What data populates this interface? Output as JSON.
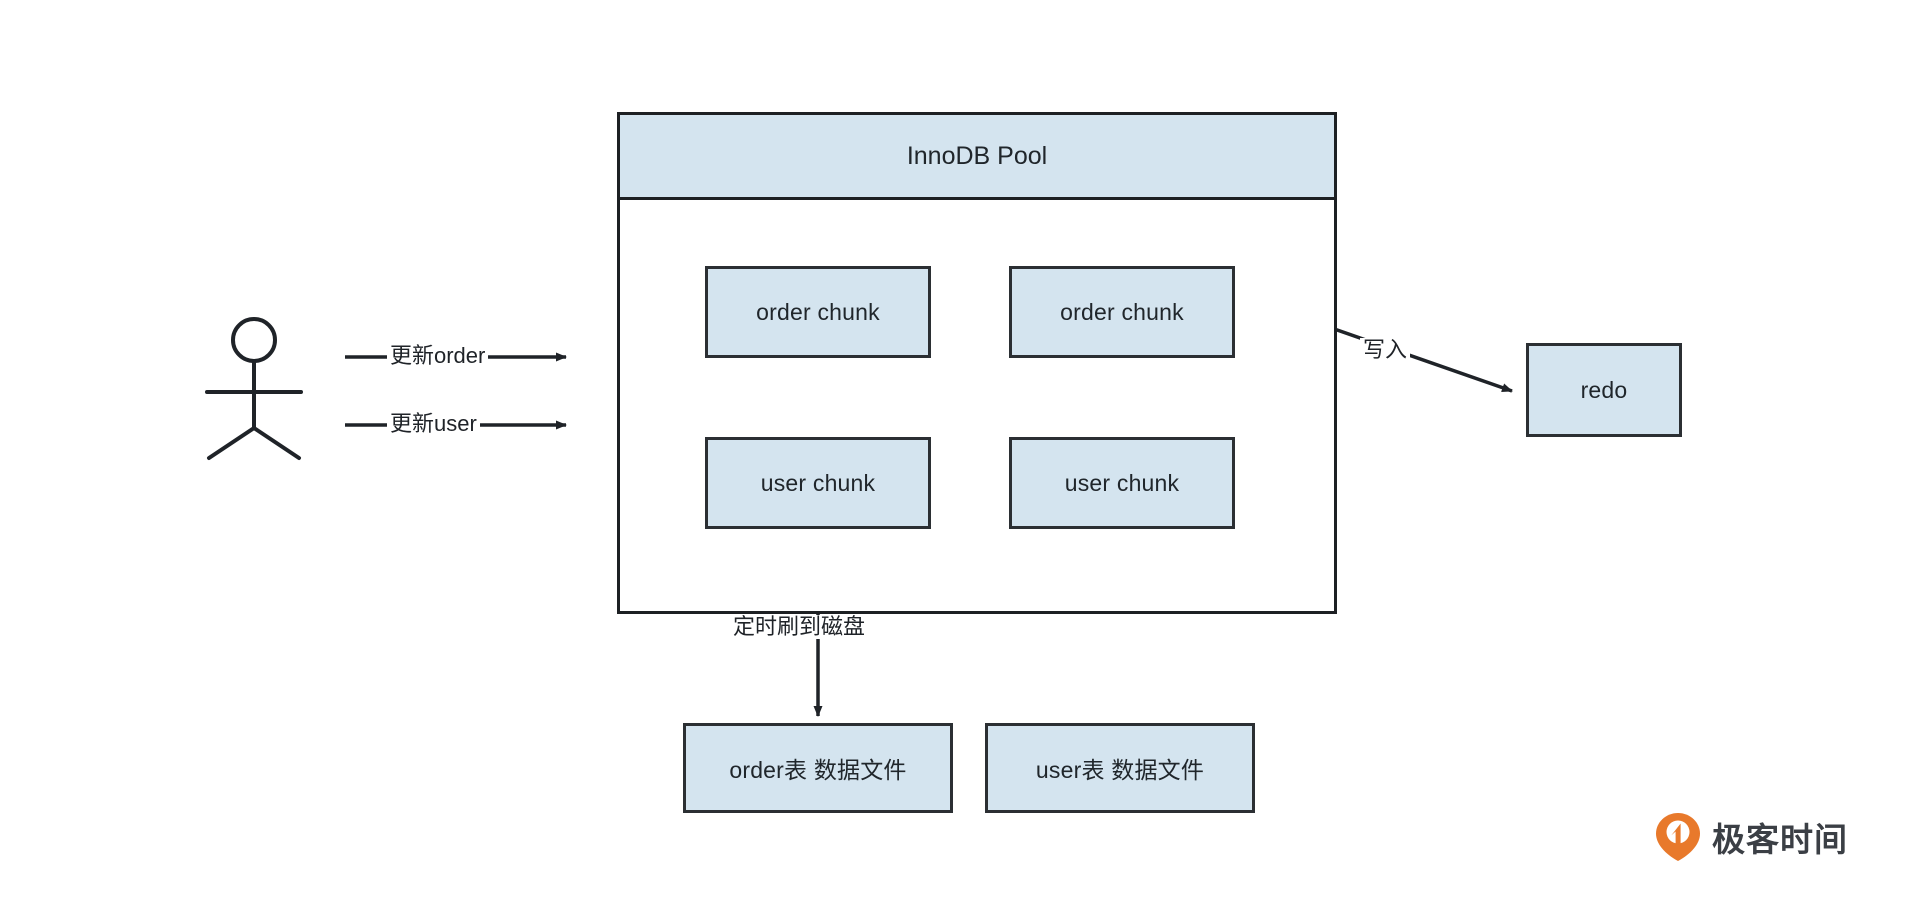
{
  "diagram": {
    "title": "InnoDB Pool buffer and disk flush diagram",
    "actor": {
      "name": "user-actor"
    },
    "pool": {
      "header_label": "InnoDB Pool",
      "chunks": [
        {
          "label": "order chunk"
        },
        {
          "label": "order chunk"
        },
        {
          "label": "user chunk"
        },
        {
          "label": "user chunk"
        }
      ]
    },
    "redo": {
      "label": "redo"
    },
    "datafiles": [
      {
        "label": "order表 数据文件"
      },
      {
        "label": "user表 数据文件"
      }
    ],
    "edges": [
      {
        "name": "update-order",
        "label": "更新order"
      },
      {
        "name": "update-user",
        "label": "更新user"
      },
      {
        "name": "write-redo",
        "label": "写入"
      },
      {
        "name": "flush-to-disk",
        "label": "定时刷到磁盘"
      }
    ],
    "watermark": {
      "text": "极客时间"
    },
    "colors": {
      "node_fill": "#d4e4ef",
      "node_stroke": "#2b2f33",
      "line": "#1f2328",
      "logo_orange": "#e8792b",
      "logo_text": "#3b3f45"
    }
  }
}
